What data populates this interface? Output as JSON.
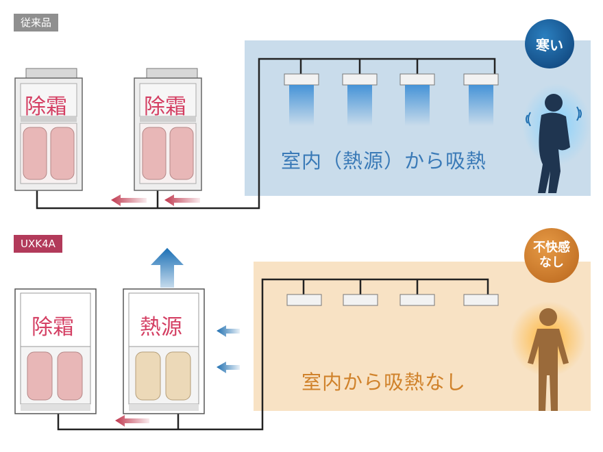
{
  "legacy": {
    "tag": "従来品",
    "units": [
      {
        "label": "除霜"
      },
      {
        "label": "除霜"
      }
    ],
    "room_text": "室内（熱源）から吸熱",
    "badge": "寒い"
  },
  "new_model": {
    "tag": "UXK4A",
    "units": [
      {
        "label": "除霜"
      },
      {
        "label": "熱源"
      }
    ],
    "room_text": "室内から吸熱なし",
    "badge_line1": "不快感",
    "badge_line2": "なし"
  },
  "colors": {
    "cold_panel": "#c9dceb",
    "warm_panel": "#f8e2c4",
    "accent_red": "#d43f63",
    "cold_text": "#3a7ab7",
    "warm_text": "#d0822b",
    "arrow_blue": "#1f6fb0",
    "arrow_red": "#c0394f"
  }
}
